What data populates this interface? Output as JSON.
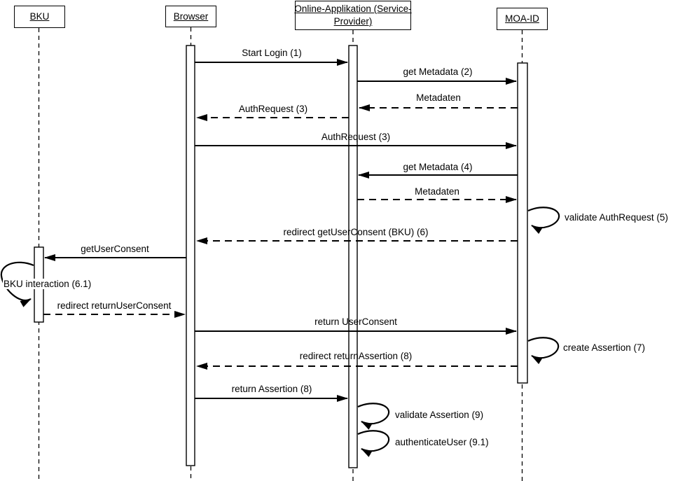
{
  "diagram_type": "uml-sequence-diagram",
  "colors": {
    "line": "#000000",
    "background": "#ffffff",
    "text": "#000000"
  },
  "actors": [
    {
      "id": "bku",
      "lines": [
        "BKU"
      ]
    },
    {
      "id": "browser",
      "lines": [
        "Browser"
      ]
    },
    {
      "id": "service-provider",
      "lines": [
        "Online-Applikation (Service-",
        "Provider)"
      ]
    },
    {
      "id": "moa-id",
      "lines": [
        "MOA-ID"
      ]
    }
  ],
  "messages": [
    {
      "label": "Start Login (1)",
      "from": "browser",
      "to": "service-provider",
      "style": "solid"
    },
    {
      "label": "get Metadata (2)",
      "from": "service-provider",
      "to": "moa-id",
      "style": "solid"
    },
    {
      "label": "Metadaten",
      "from": "moa-id",
      "to": "service-provider",
      "style": "dashed"
    },
    {
      "label": "AuthRequest (3)",
      "from": "service-provider",
      "to": "browser",
      "style": "dashed"
    },
    {
      "label": "AuthRequest (3)",
      "from": "browser",
      "to": "moa-id",
      "style": "solid"
    },
    {
      "label": "get Metadata (4)",
      "from": "moa-id",
      "to": "service-provider",
      "style": "solid"
    },
    {
      "label": "Metadaten",
      "from": "service-provider",
      "to": "moa-id",
      "style": "dashed"
    },
    {
      "label": "validate AuthRequest (5)",
      "from": "moa-id",
      "to": "moa-id",
      "style": "self"
    },
    {
      "label": "redirect getUserConsent (BKU) (6)",
      "from": "moa-id",
      "to": "browser",
      "style": "dashed"
    },
    {
      "label": "getUserConsent",
      "from": "browser",
      "to": "bku",
      "style": "solid"
    },
    {
      "label": "BKU interaction (6.1)",
      "from": "bku",
      "to": "bku",
      "style": "self"
    },
    {
      "label": "redirect returnUserConsent",
      "from": "bku",
      "to": "browser",
      "style": "dashed"
    },
    {
      "label": "return UserConsent",
      "from": "browser",
      "to": "moa-id",
      "style": "solid"
    },
    {
      "label": "create Assertion (7)",
      "from": "moa-id",
      "to": "moa-id",
      "style": "self"
    },
    {
      "label": "redirect returnAssertion (8)",
      "from": "moa-id",
      "to": "browser",
      "style": "dashed"
    },
    {
      "label": "return Assertion (8)",
      "from": "browser",
      "to": "service-provider",
      "style": "solid"
    },
    {
      "label": "validate Assertion (9)",
      "from": "service-provider",
      "to": "service-provider",
      "style": "self"
    },
    {
      "label": "authenticateUser (9.1)",
      "from": "service-provider",
      "to": "service-provider",
      "style": "self"
    }
  ]
}
